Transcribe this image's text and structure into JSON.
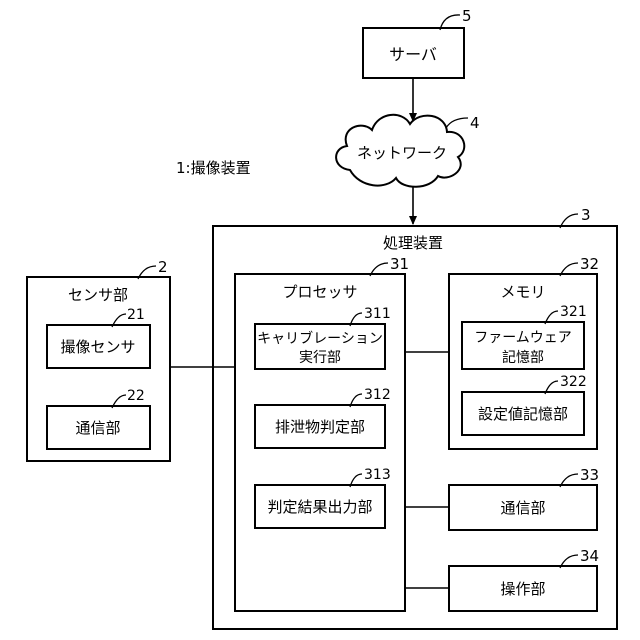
{
  "system_label": "1:撮像装置",
  "server": {
    "ref": "5",
    "label": "サーバ"
  },
  "network": {
    "ref": "4",
    "label": "ネットワーク"
  },
  "processing_device": {
    "ref": "3",
    "label": "処理装置"
  },
  "sensor_unit": {
    "ref": "2",
    "label": "センサ部",
    "image_sensor": {
      "ref": "21",
      "label": "撮像センサ"
    },
    "comm": {
      "ref": "22",
      "label": "通信部"
    }
  },
  "processor": {
    "ref": "31",
    "label": "プロセッサ",
    "calibration": {
      "ref": "311",
      "line1": "キャリブレーション",
      "line2": "実行部"
    },
    "excretion": {
      "ref": "312",
      "label": "排泄物判定部"
    },
    "output": {
      "ref": "313",
      "label": "判定結果出力部"
    }
  },
  "memory": {
    "ref": "32",
    "label": "メモリ",
    "firmware": {
      "ref": "321",
      "line1": "ファームウェア",
      "line2": "記憶部"
    },
    "settings": {
      "ref": "322",
      "label": "設定値記憶部"
    }
  },
  "comm_unit": {
    "ref": "33",
    "label": "通信部"
  },
  "operation_unit": {
    "ref": "34",
    "label": "操作部"
  }
}
